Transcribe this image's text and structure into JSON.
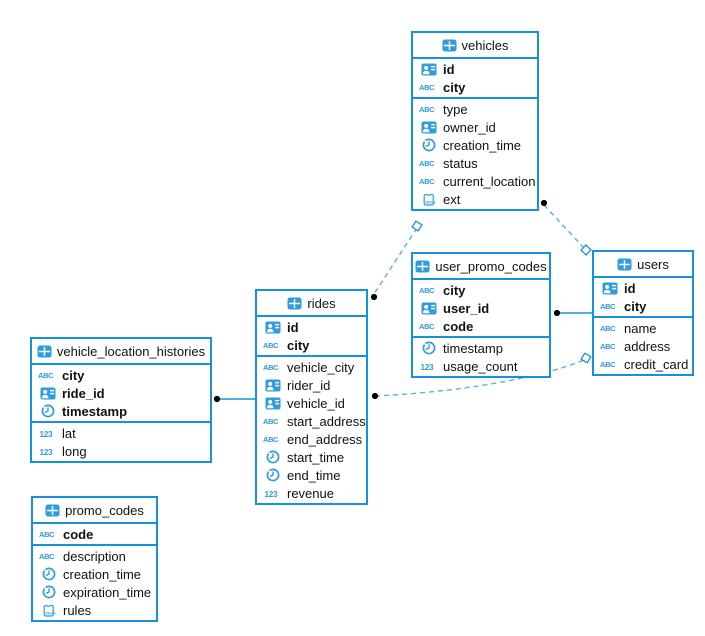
{
  "diagram": {
    "tables": [
      {
        "name": "vehicles",
        "header_icon": "table-grid-icon",
        "columns": [
          {
            "name": "id",
            "icon": "id-badge-icon",
            "pk": true
          },
          {
            "name": "city",
            "icon": "abc-text-icon",
            "pk": true
          },
          {
            "name": "type",
            "icon": "abc-text-icon",
            "pk": false
          },
          {
            "name": "owner_id",
            "icon": "id-badge-icon",
            "pk": false
          },
          {
            "name": "creation_time",
            "icon": "clock-icon",
            "pk": false
          },
          {
            "name": "status",
            "icon": "abc-text-icon",
            "pk": false
          },
          {
            "name": "current_location",
            "icon": "abc-text-icon",
            "pk": false
          },
          {
            "name": "ext",
            "icon": "json-document-icon",
            "pk": false
          }
        ]
      },
      {
        "name": "user_promo_codes",
        "header_icon": "table-grid-icon",
        "columns": [
          {
            "name": "city",
            "icon": "abc-text-icon",
            "pk": true
          },
          {
            "name": "user_id",
            "icon": "id-badge-icon",
            "pk": true
          },
          {
            "name": "code",
            "icon": "abc-text-icon",
            "pk": true
          },
          {
            "name": "timestamp",
            "icon": "clock-icon",
            "pk": false
          },
          {
            "name": "usage_count",
            "icon": "123-number-icon",
            "pk": false
          }
        ]
      },
      {
        "name": "users",
        "header_icon": "table-grid-icon",
        "columns": [
          {
            "name": "id",
            "icon": "id-badge-icon",
            "pk": true
          },
          {
            "name": "city",
            "icon": "abc-text-icon",
            "pk": true
          },
          {
            "name": "name",
            "icon": "abc-text-icon",
            "pk": false
          },
          {
            "name": "address",
            "icon": "abc-text-icon",
            "pk": false
          },
          {
            "name": "credit_card",
            "icon": "abc-text-icon",
            "pk": false
          }
        ]
      },
      {
        "name": "rides",
        "header_icon": "table-grid-icon",
        "columns": [
          {
            "name": "id",
            "icon": "id-badge-icon",
            "pk": true
          },
          {
            "name": "city",
            "icon": "abc-text-icon",
            "pk": true
          },
          {
            "name": "vehicle_city",
            "icon": "abc-text-icon",
            "pk": false
          },
          {
            "name": "rider_id",
            "icon": "id-badge-icon",
            "pk": false
          },
          {
            "name": "vehicle_id",
            "icon": "id-badge-icon",
            "pk": false
          },
          {
            "name": "start_address",
            "icon": "abc-text-icon",
            "pk": false
          },
          {
            "name": "end_address",
            "icon": "abc-text-icon",
            "pk": false
          },
          {
            "name": "start_time",
            "icon": "clock-icon",
            "pk": false
          },
          {
            "name": "end_time",
            "icon": "clock-icon",
            "pk": false
          },
          {
            "name": "revenue",
            "icon": "123-number-icon",
            "pk": false
          }
        ]
      },
      {
        "name": "vehicle_location_histories",
        "header_icon": "table-grid-icon",
        "columns": [
          {
            "name": "city",
            "icon": "abc-text-icon",
            "pk": true
          },
          {
            "name": "ride_id",
            "icon": "id-badge-icon",
            "pk": true
          },
          {
            "name": "timestamp",
            "icon": "clock-icon",
            "pk": true
          },
          {
            "name": "lat",
            "icon": "123-number-icon",
            "pk": false
          },
          {
            "name": "long",
            "icon": "123-number-icon",
            "pk": false
          }
        ]
      },
      {
        "name": "promo_codes",
        "header_icon": "table-grid-icon",
        "columns": [
          {
            "name": "code",
            "icon": "abc-text-icon",
            "pk": true
          },
          {
            "name": "description",
            "icon": "abc-text-icon",
            "pk": false
          },
          {
            "name": "creation_time",
            "icon": "clock-icon",
            "pk": false
          },
          {
            "name": "expiration_time",
            "icon": "clock-icon",
            "pk": false
          },
          {
            "name": "rules",
            "icon": "json-document-icon",
            "pk": false
          }
        ]
      }
    ],
    "connections": [
      {
        "from": "vehicles",
        "to": "rides",
        "style": "dashed",
        "from_marker": "diamond",
        "to_marker": "dot"
      },
      {
        "from": "vehicles",
        "to": "users",
        "style": "dashed",
        "from_marker": "dot",
        "to_marker": "diamond"
      },
      {
        "from": "rides",
        "to": "users",
        "style": "dashed",
        "from_marker": "dot",
        "to_marker": "diamond"
      },
      {
        "from": "user_promo_codes",
        "to": "users",
        "style": "solid",
        "from_marker": "dot",
        "to_marker": "none"
      },
      {
        "from": "vehicle_location_histories",
        "to": "rides",
        "style": "solid",
        "from_marker": "dot",
        "to_marker": "none"
      }
    ],
    "colors": {
      "table_border": "#1593d8",
      "icon_blue": "#2f9ddc",
      "solid_edge": "#1593d8",
      "dashed_edge": "#58b1e4",
      "endpoint_dot": "#000000",
      "text": "#111111",
      "background": "#ffffff"
    }
  }
}
